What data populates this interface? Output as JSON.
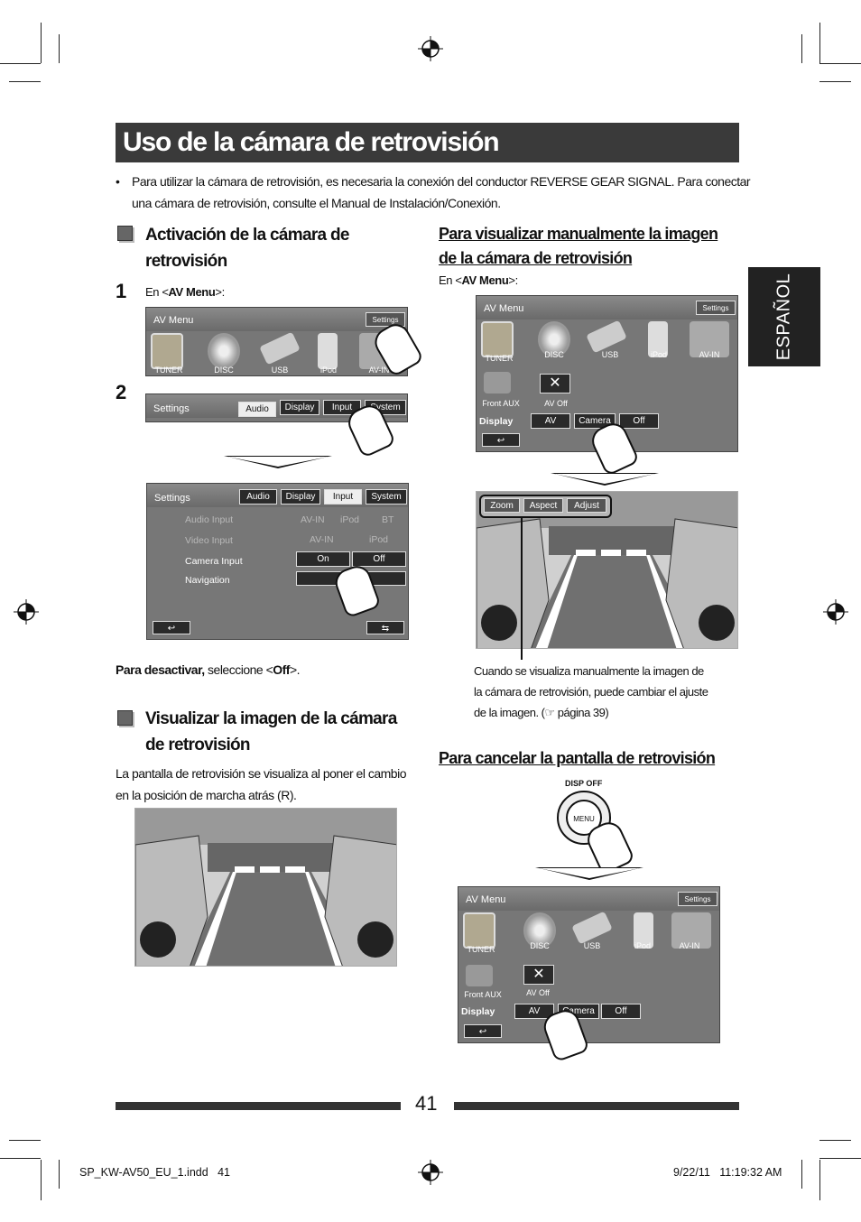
{
  "title": "Uso de la cámara de retrovisión",
  "intro_line1": "Para utilizar la cámara de retrovisión, es necesaria la conexión del conductor REVERSE GEAR SIGNAL. Para conectar",
  "intro_line2": "una cámara de retrovisión, consulte el Manual de Instalación/Conexión.",
  "section1": {
    "heading_line1": "Activación de la cámara de",
    "heading_line2": "retrovisión",
    "step1_num": "1",
    "step1_prefix": "En <",
    "step1_bold": "AV Menu",
    "step1_suffix": ">:",
    "step2_num": "2",
    "deactivate_bold": "Para desactivar,",
    "deactivate_rest_1": " seleccione <",
    "deactivate_off": "Off",
    "deactivate_rest_2": ">."
  },
  "av_menu": {
    "title": "AV Menu",
    "settings": "Settings",
    "sources": [
      "TUNER",
      "DISC",
      "USB",
      "iPod",
      "AV-IN"
    ],
    "front_aux": "Front AUX",
    "av_off": "AV Off",
    "display": "Display",
    "display_buttons": [
      "AV",
      "Camera",
      "Off"
    ]
  },
  "settings_screen": {
    "title": "Settings",
    "tabs": [
      "Audio",
      "Display",
      "Input",
      "System"
    ],
    "rows": [
      {
        "label": "Audio Input",
        "opts": [
          "AV-IN",
          "iPod",
          "BT"
        ]
      },
      {
        "label": "Video Input",
        "opts": [
          "AV-IN",
          "iPod"
        ]
      },
      {
        "label": "Camera Input",
        "opts": [
          "On",
          "Off"
        ]
      },
      {
        "label": "Navigation",
        "opts": []
      }
    ]
  },
  "section2": {
    "heading_line1": "Visualizar la imagen de la cámara",
    "heading_line2": "de retrovisión",
    "text_line1": "La pantalla de retrovisión se visualiza al poner el cambio",
    "text_line2": "en la posición de marcha atrás (R)."
  },
  "right": {
    "heading_line1": "Para visualizar manualmente la imagen",
    "heading_line2": "de la cámara de retrovisión",
    "sub_prefix": "En <",
    "sub_bold": "AV Menu",
    "sub_suffix": ">:",
    "cam_buttons": [
      "Zoom",
      "Aspect",
      "Adjust"
    ],
    "note_line1": "Cuando se visualiza manualmente la imagen de",
    "note_line2": "la cámara de retrovisión, puede cambiar el ajuste",
    "note_line3": "de la imagen. (☞ página 39)",
    "cancel_heading": "Para cancelar la pantalla de retrovisión",
    "disp_off": "DISP OFF",
    "menu": "MENU"
  },
  "side_tab": "ESPAÑOL",
  "page_number": "41",
  "footer_left": "SP_KW-AV50_EU_1.indd   41",
  "footer_right": "9/22/11   11:19:32 AM"
}
